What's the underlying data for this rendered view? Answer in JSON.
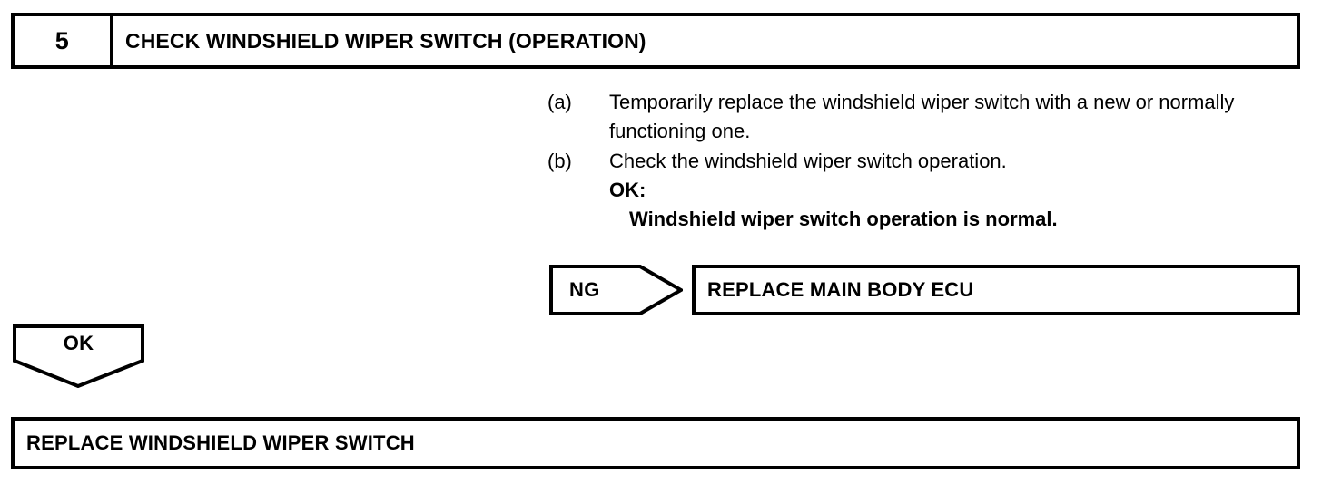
{
  "step": {
    "number": "5",
    "title": "CHECK WINDSHIELD WIPER SWITCH (OPERATION)"
  },
  "procedure": [
    {
      "label": "(a)",
      "text": "Temporarily replace the windshield wiper switch with a new or normally functioning one."
    },
    {
      "label": "(b)",
      "text": "Check the windshield wiper switch operation.",
      "ok_heading": "OK:",
      "ok_detail": "Windshield wiper switch operation is normal."
    }
  ],
  "branches": {
    "ng": {
      "label": "NG",
      "result": "REPLACE MAIN BODY ECU"
    },
    "ok": {
      "label": "OK",
      "result": "REPLACE WINDSHIELD WIPER SWITCH"
    }
  },
  "colors": {
    "ink": "#000000",
    "paper": "#ffffff"
  }
}
